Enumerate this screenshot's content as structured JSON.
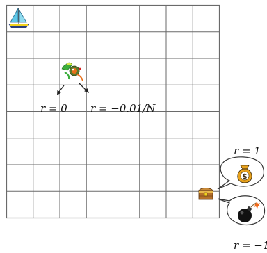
{
  "grid": {
    "rows": 8,
    "cols": 8
  },
  "start_icon": "sailboat-icon",
  "agent_icon": "pirate-parrot-icon",
  "agent_cell": {
    "row": 2,
    "col": 2
  },
  "goal_icon": "treasure-chest-icon",
  "goal_cell": {
    "row": 7,
    "col": 7
  },
  "labels": {
    "reward_zero": "r = 0",
    "reward_step": "r = −0.01/N",
    "reward_positive": "r = 1",
    "reward_negative": "r = −1"
  },
  "bubbles": {
    "positive_icon": "money-bag-icon",
    "money_symbol": "$",
    "negative_icon": "bomb-icon"
  },
  "colors": {
    "grid": "#6a6a6a",
    "sail_blue": "#5ec8e8",
    "hull_blue": "#2a3e7a",
    "hull_yellow": "#f2d21c",
    "money_gold": "#e8a21c",
    "chest_brown": "#b5702a",
    "bomb_black": "#111111",
    "spark_orange": "#f06a1a",
    "parrot_green": "#3cae3c",
    "parrot_orange": "#e8701a"
  }
}
